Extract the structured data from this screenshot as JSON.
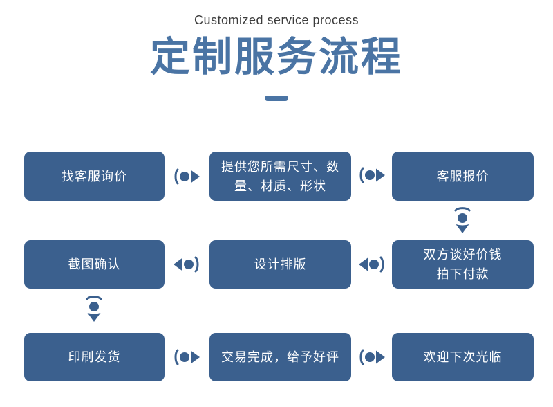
{
  "header": {
    "subtitle_en": "Customized service process",
    "title_cn": "定制服务流程"
  },
  "colors": {
    "primary_blue": "#3b608e",
    "title_blue": "#4a74a4",
    "box_text_color": "#ffffff",
    "subtitle_text_color": "#3c3c3c",
    "background": "#ffffff"
  },
  "flow": {
    "rows": [
      {
        "boxes": [
          "找客服询价",
          "提供您所需尺寸、数\n量、材质、形状",
          "客服报价"
        ],
        "arrow_direction": "right"
      },
      {
        "boxes": [
          "截图确认",
          "设计排版",
          "双方谈好价钱\n拍下付款"
        ],
        "arrow_direction": "left"
      },
      {
        "boxes": [
          "印刷发货",
          "交易完成，给予好评",
          "欢迎下次光临"
        ],
        "arrow_direction": "right"
      }
    ],
    "icons": {
      "right_arrow": "arrow-right-icon",
      "left_arrow": "arrow-left-icon",
      "down_arrow": "arrow-down-icon"
    }
  }
}
